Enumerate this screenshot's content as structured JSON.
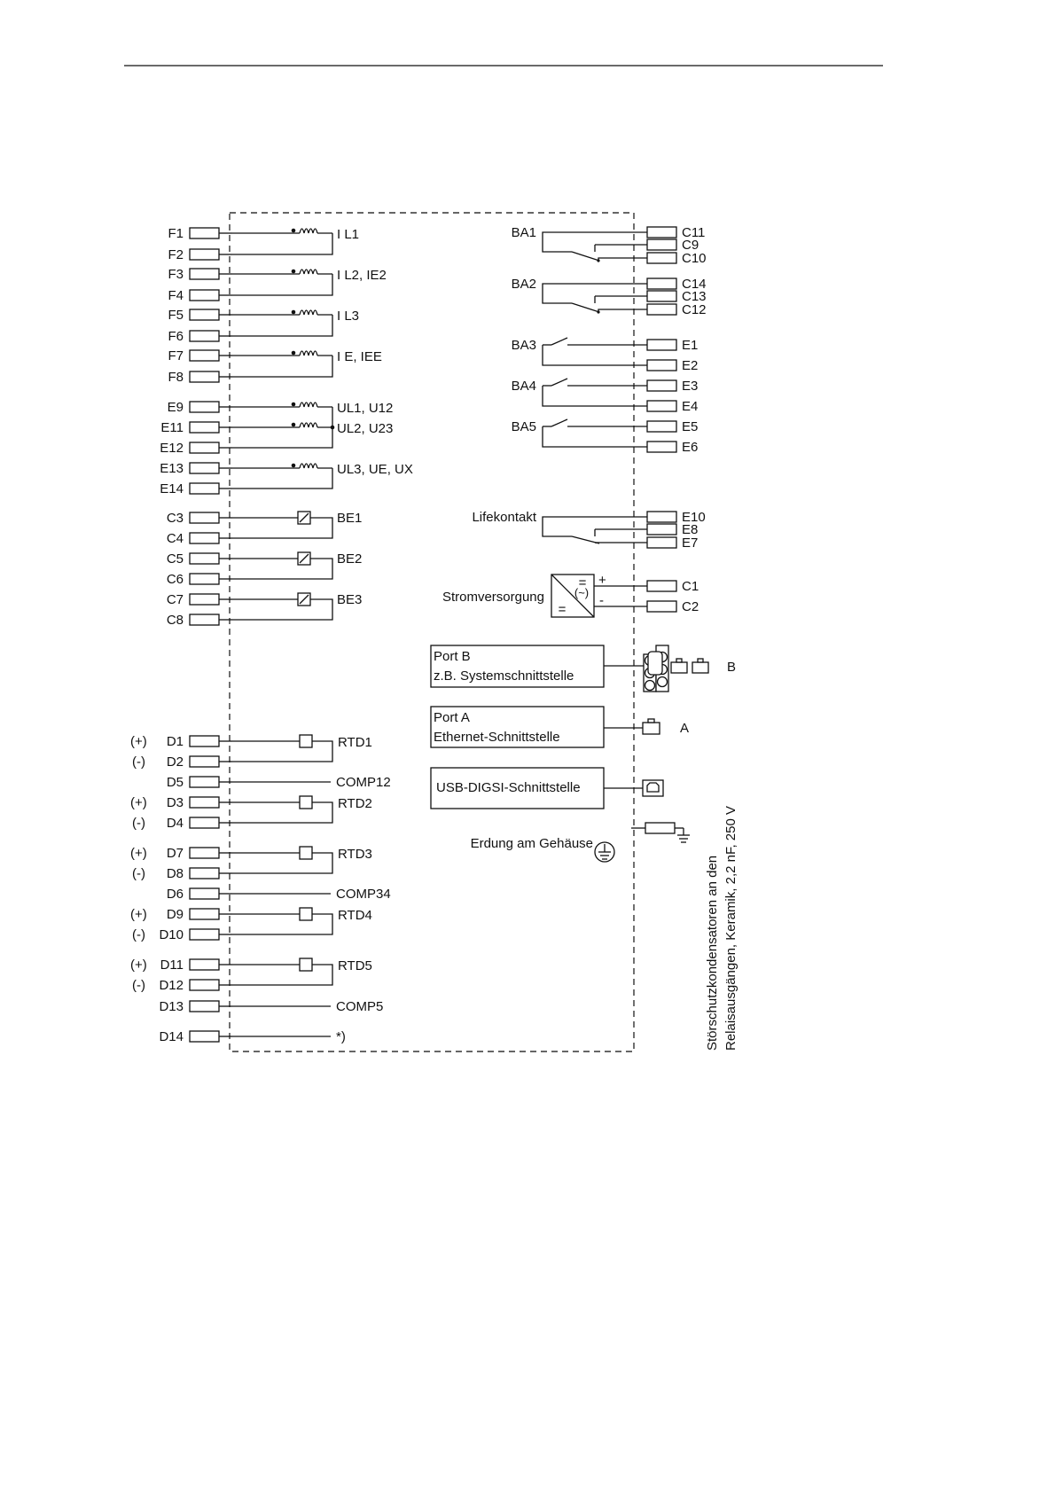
{
  "current_inputs": [
    {
      "a": "F1",
      "b": "F2",
      "label": "I L1"
    },
    {
      "a": "F3",
      "b": "F4",
      "label": "I L2, IE2"
    },
    {
      "a": "F5",
      "b": "F6",
      "label": "I L3"
    },
    {
      "a": "F7",
      "b": "F8",
      "label": "I E, IEE"
    }
  ],
  "voltage_terminals": [
    "E9",
    "E11",
    "E12",
    "E13",
    "E14"
  ],
  "voltage_labels": [
    "UL1, U12",
    "UL2, U23",
    "UL3, UE, UX"
  ],
  "binary_inputs": [
    {
      "a": "C3",
      "b": "C4",
      "label": "BE1"
    },
    {
      "a": "C5",
      "b": "C6",
      "label": "BE2"
    },
    {
      "a": "C7",
      "b": "C8",
      "label": "BE3"
    }
  ],
  "rtd_rows": [
    {
      "kind": "rtd",
      "a": "D1",
      "b": "D2",
      "label": "RTD1"
    },
    {
      "kind": "comp",
      "a": "D5",
      "label": "COMP12"
    },
    {
      "kind": "rtd",
      "a": "D3",
      "b": "D4",
      "label": "RTD2"
    },
    {
      "kind": "rtd",
      "a": "D7",
      "b": "D8",
      "label": "RTD3"
    },
    {
      "kind": "comp",
      "a": "D6",
      "label": "COMP34"
    },
    {
      "kind": "rtd",
      "a": "D9",
      "b": "D10",
      "label": "RTD4"
    },
    {
      "kind": "rtd",
      "a": "D11",
      "b": "D12",
      "label": "RTD5"
    },
    {
      "kind": "comp",
      "a": "D13",
      "label": "COMP5"
    },
    {
      "kind": "comp",
      "a": "D14",
      "label": "*)"
    }
  ],
  "polarity": {
    "plus": "(+)",
    "minus": "(-)"
  },
  "changeover_relays": [
    {
      "label": "BA1",
      "t": [
        "C11",
        "C9",
        "C10"
      ]
    },
    {
      "label": "BA2",
      "t": [
        "C14",
        "C13",
        "C12"
      ]
    }
  ],
  "no_relays": [
    {
      "label": "BA3",
      "t": [
        "E1",
        "E2"
      ]
    },
    {
      "label": "BA4",
      "t": [
        "E3",
        "E4"
      ]
    },
    {
      "label": "BA5",
      "t": [
        "E5",
        "E6"
      ]
    }
  ],
  "life_contact": {
    "label": "Lifekontakt",
    "t": [
      "E10",
      "E8",
      "E7"
    ]
  },
  "power_supply": {
    "label": "Stromversorgung",
    "plus": "+",
    "minus": "-",
    "t": [
      "C1",
      "C2"
    ],
    "sym_top": "=",
    "sym_mid": "(~)",
    "sym_bot": "="
  },
  "ports": [
    {
      "id": "port-b",
      "line1": "Port B",
      "line2": "z.B. Systemschnittstelle",
      "tag": "B"
    },
    {
      "id": "port-a",
      "line1": "Port A",
      "line2": "Ethernet-Schnittstelle",
      "tag": "A"
    },
    {
      "id": "usb",
      "line1": "USB-DIGSI-Schnittstelle",
      "line2": ""
    }
  ],
  "ground_label": "Erdung am Gehäuse",
  "side_note": [
    "Störschutzkondensatoren an den",
    "Relaisausgängen, Keramik, 2,2 nF, 250 V"
  ]
}
